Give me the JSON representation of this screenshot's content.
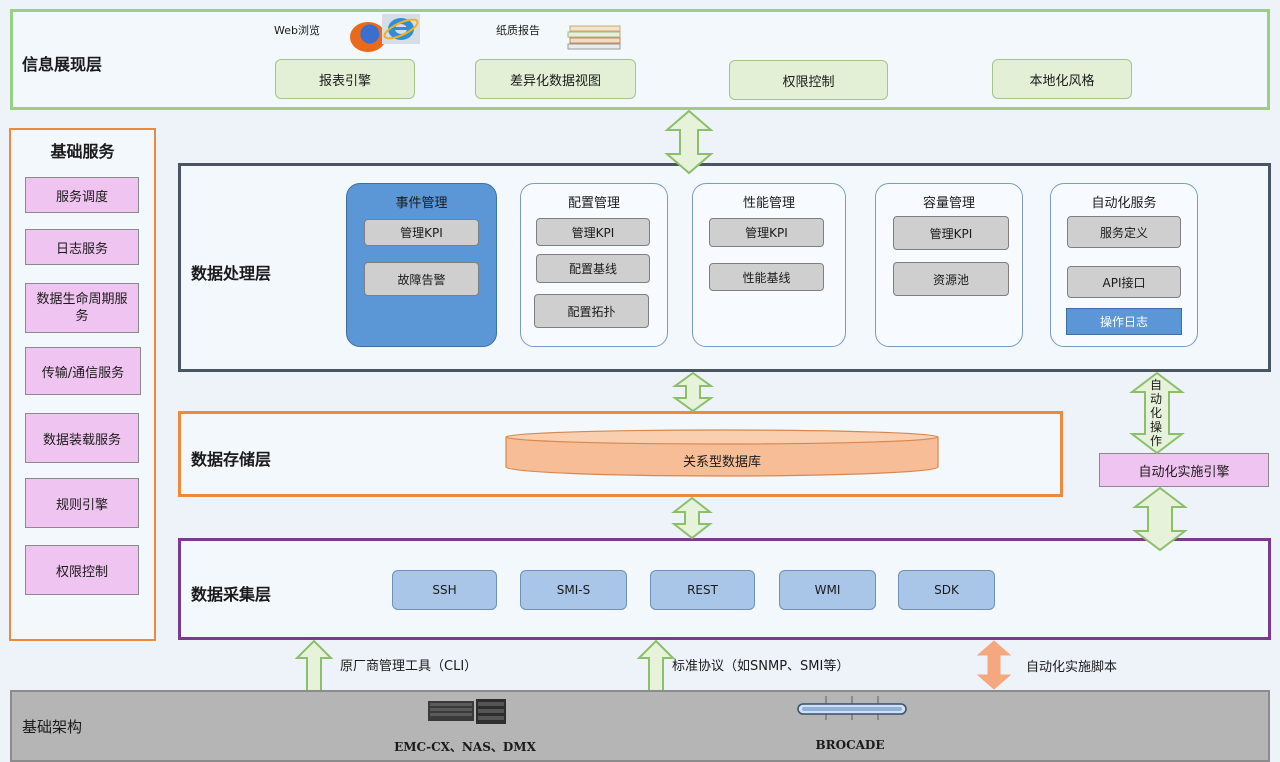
{
  "presentation_layer": {
    "title": "信息展现层",
    "web_label": "Web浏览",
    "paper_label": "纸质报告",
    "items": [
      "报表引擎",
      "差异化数据视图",
      "权限控制",
      "本地化风格"
    ]
  },
  "basic_services": {
    "title": "基础服务",
    "items": [
      "服务调度",
      "日志服务",
      "数据生命周期服务",
      "传输/通信服务",
      "数据装载服务",
      "规则引擎",
      "权限控制"
    ]
  },
  "processing_layer": {
    "title": "数据处理层",
    "modules": [
      {
        "title": "事件管理",
        "items": [
          "管理KPI",
          "故障告警"
        ]
      },
      {
        "title": "配置管理",
        "items": [
          "管理KPI",
          "配置基线",
          "配置拓扑"
        ]
      },
      {
        "title": "性能管理",
        "items": [
          "管理KPI",
          "性能基线"
        ]
      },
      {
        "title": "容量管理",
        "items": [
          "管理KPI",
          "资源池"
        ]
      },
      {
        "title": "自动化服务",
        "items": [
          "服务定义",
          "API接口",
          "操作日志"
        ]
      }
    ]
  },
  "automation": {
    "arrow_label": "自动化操作",
    "engine": "自动化实施引擎"
  },
  "storage_layer": {
    "title": "数据存储层",
    "database": "关系型数据库"
  },
  "collection_layer": {
    "title": "数据采集层",
    "protocols": [
      "SSH",
      "SMI-S",
      "REST",
      "WMI",
      "SDK"
    ]
  },
  "bottom_labels": {
    "cli": "原厂商管理工具（CLI）",
    "standard": "标准协议（如SNMP、SMI等）",
    "script": "自动化实施脚本"
  },
  "infrastructure": {
    "title": "基础架构",
    "storage_devices": "EMC-CX、NAS、DMX",
    "switch": "BROCADE"
  },
  "colors": {
    "green_border": "#9ccf86",
    "orange_border": "#ee8a3c",
    "dark_border": "#4a5563",
    "purple_border": "#7a3a8e",
    "pink_fill": "#f0c4f0",
    "event_blue": "#5b97d6"
  }
}
